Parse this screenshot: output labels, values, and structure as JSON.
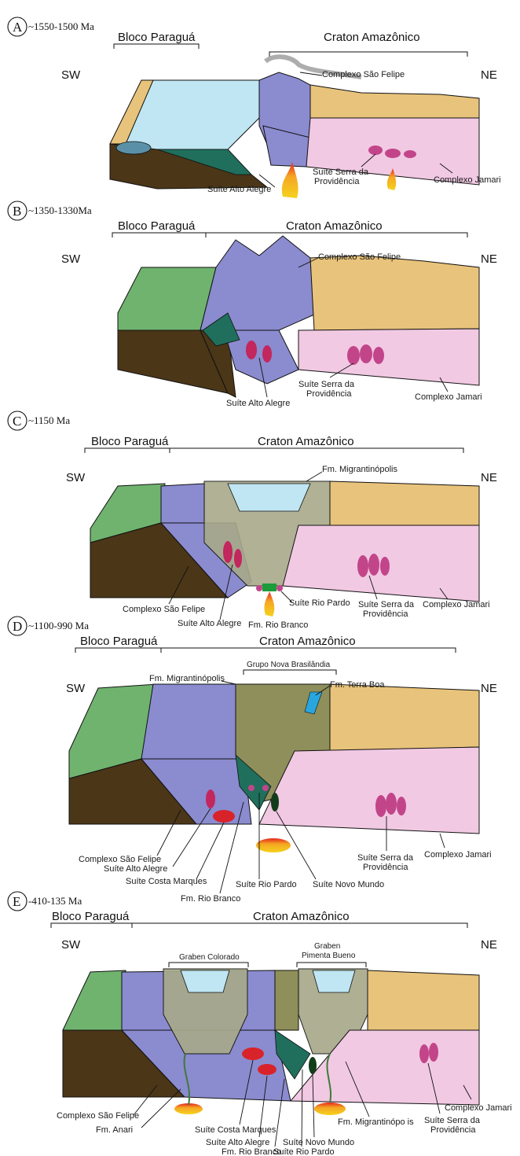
{
  "panels": [
    {
      "letter": "A",
      "age": "~1550-1500 Ma",
      "left_block": "Bloco Paraguá",
      "right_block": "Craton Amazônico",
      "sw": "SW",
      "ne": "NE",
      "labels": [
        "Complexo São Felipe",
        "Suíte Serra da",
        "Providência",
        "Suíte Alto Alegre",
        "Complexo Jamari"
      ]
    },
    {
      "letter": "B",
      "age": "~1350-1330Ma",
      "left_block": "Bloco Paraguá",
      "right_block": "Craton Amazônico",
      "sw": "SW",
      "ne": "NE",
      "labels": [
        "Complexo São Felipe",
        "Suíte Serra da",
        "Providência",
        "Suíte Alto Alegre",
        "Complexo Jamari"
      ]
    },
    {
      "letter": "C",
      "age": "~1150 Ma",
      "left_block": "Bloco Paraguá",
      "right_block": "Craton Amazônico",
      "sw": "SW",
      "ne": "NE",
      "labels": [
        "Fm. Migrantinópolis",
        "Complexo São Felipe",
        "Suíte Alto Alegre",
        "Suíte Rio Pardo",
        "Fm. Rio Branco",
        "Suíte Serra da",
        "Providência",
        "Complexo Jamari"
      ]
    },
    {
      "letter": "D",
      "age": "~1100-990 Ma",
      "left_block": "Bloco Paraguá",
      "right_block": "Craton Amazônico",
      "sw": "SW",
      "ne": "NE",
      "labels": [
        "Grupo Nova Brasilândia",
        "Fm. Migrantinópolis",
        "Fm. Terra Boa",
        "Complexo São Felipe",
        "Suíte Alto Alegre",
        "Suíte Costa Marques",
        "Fm. Rio Branco",
        "Suíte Rio Pardo",
        "Suíte Novo Mundo",
        "Suíte Serra da",
        "Providência",
        "Complexo Jamari"
      ]
    },
    {
      "letter": "E",
      "age": "-410-135 Ma",
      "left_block": "Bloco Paraguá",
      "right_block": "Craton Amazônico",
      "sw": "SW",
      "ne": "NE",
      "labels": [
        "Graben Colorado",
        "Graben",
        "Pimenta Bueno",
        "Complexo São Felipe",
        "Fm. Anari",
        "Suíte Costa Marques",
        "Suíte Alto Alegre",
        "Fm. Rio Branco",
        "Suíte Novo Mundo",
        "Suíte Rio Pardo",
        "Fm. Migrantinópo is",
        "Complexo Jamari",
        "Suíte Serra da",
        "Providência"
      ]
    }
  ],
  "colors": {
    "sediment_tan": "#e8c37b",
    "sao_felipe_purple": "#8b8bcf",
    "jamari_pink": "#f1c9e3",
    "granite_magenta": "#c2458a",
    "ocean_blue": "#bfe6f2",
    "paragua_green": "#6fb36f",
    "mantle_brown": "#4b3618",
    "alto_alegre_teal": "#1f6f5c",
    "graben_gray": "#a8a98a",
    "red_intrusion": "#d8232a",
    "magma_orange": "#f5a623"
  }
}
